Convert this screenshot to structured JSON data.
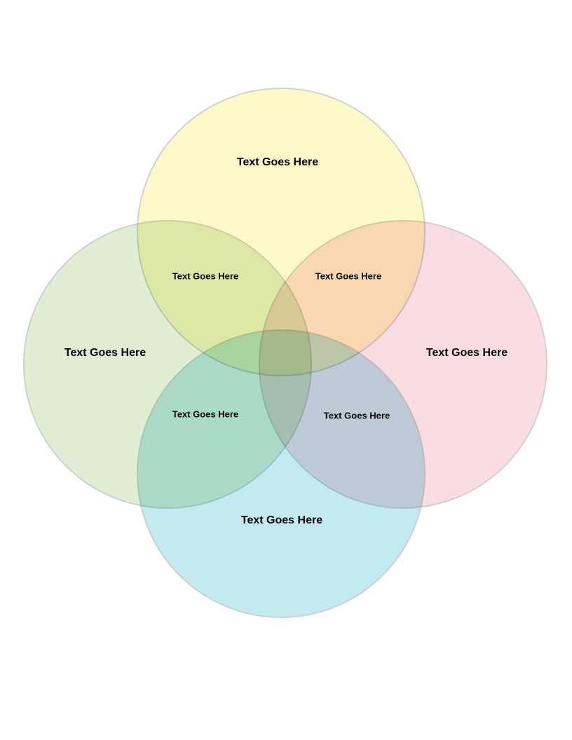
{
  "diagram": {
    "type": "venn-4",
    "circles": [
      {
        "name": "top",
        "label": "Text Goes Here",
        "color": "#fdf9c8"
      },
      {
        "name": "left",
        "label": "Text Goes Here",
        "color": "#e0eed3"
      },
      {
        "name": "right",
        "label": "Text Goes Here",
        "color": "#fadde3"
      },
      {
        "name": "bottom",
        "label": "Text Goes Here",
        "color": "#c2ebf1"
      }
    ],
    "overlaps": [
      {
        "name": "top-left",
        "label": "Text Goes Here"
      },
      {
        "name": "top-right",
        "label": "Text Goes Here"
      },
      {
        "name": "bottom-left",
        "label": "Text Goes Here"
      },
      {
        "name": "bottom-right",
        "label": "Text Goes Here"
      }
    ]
  }
}
